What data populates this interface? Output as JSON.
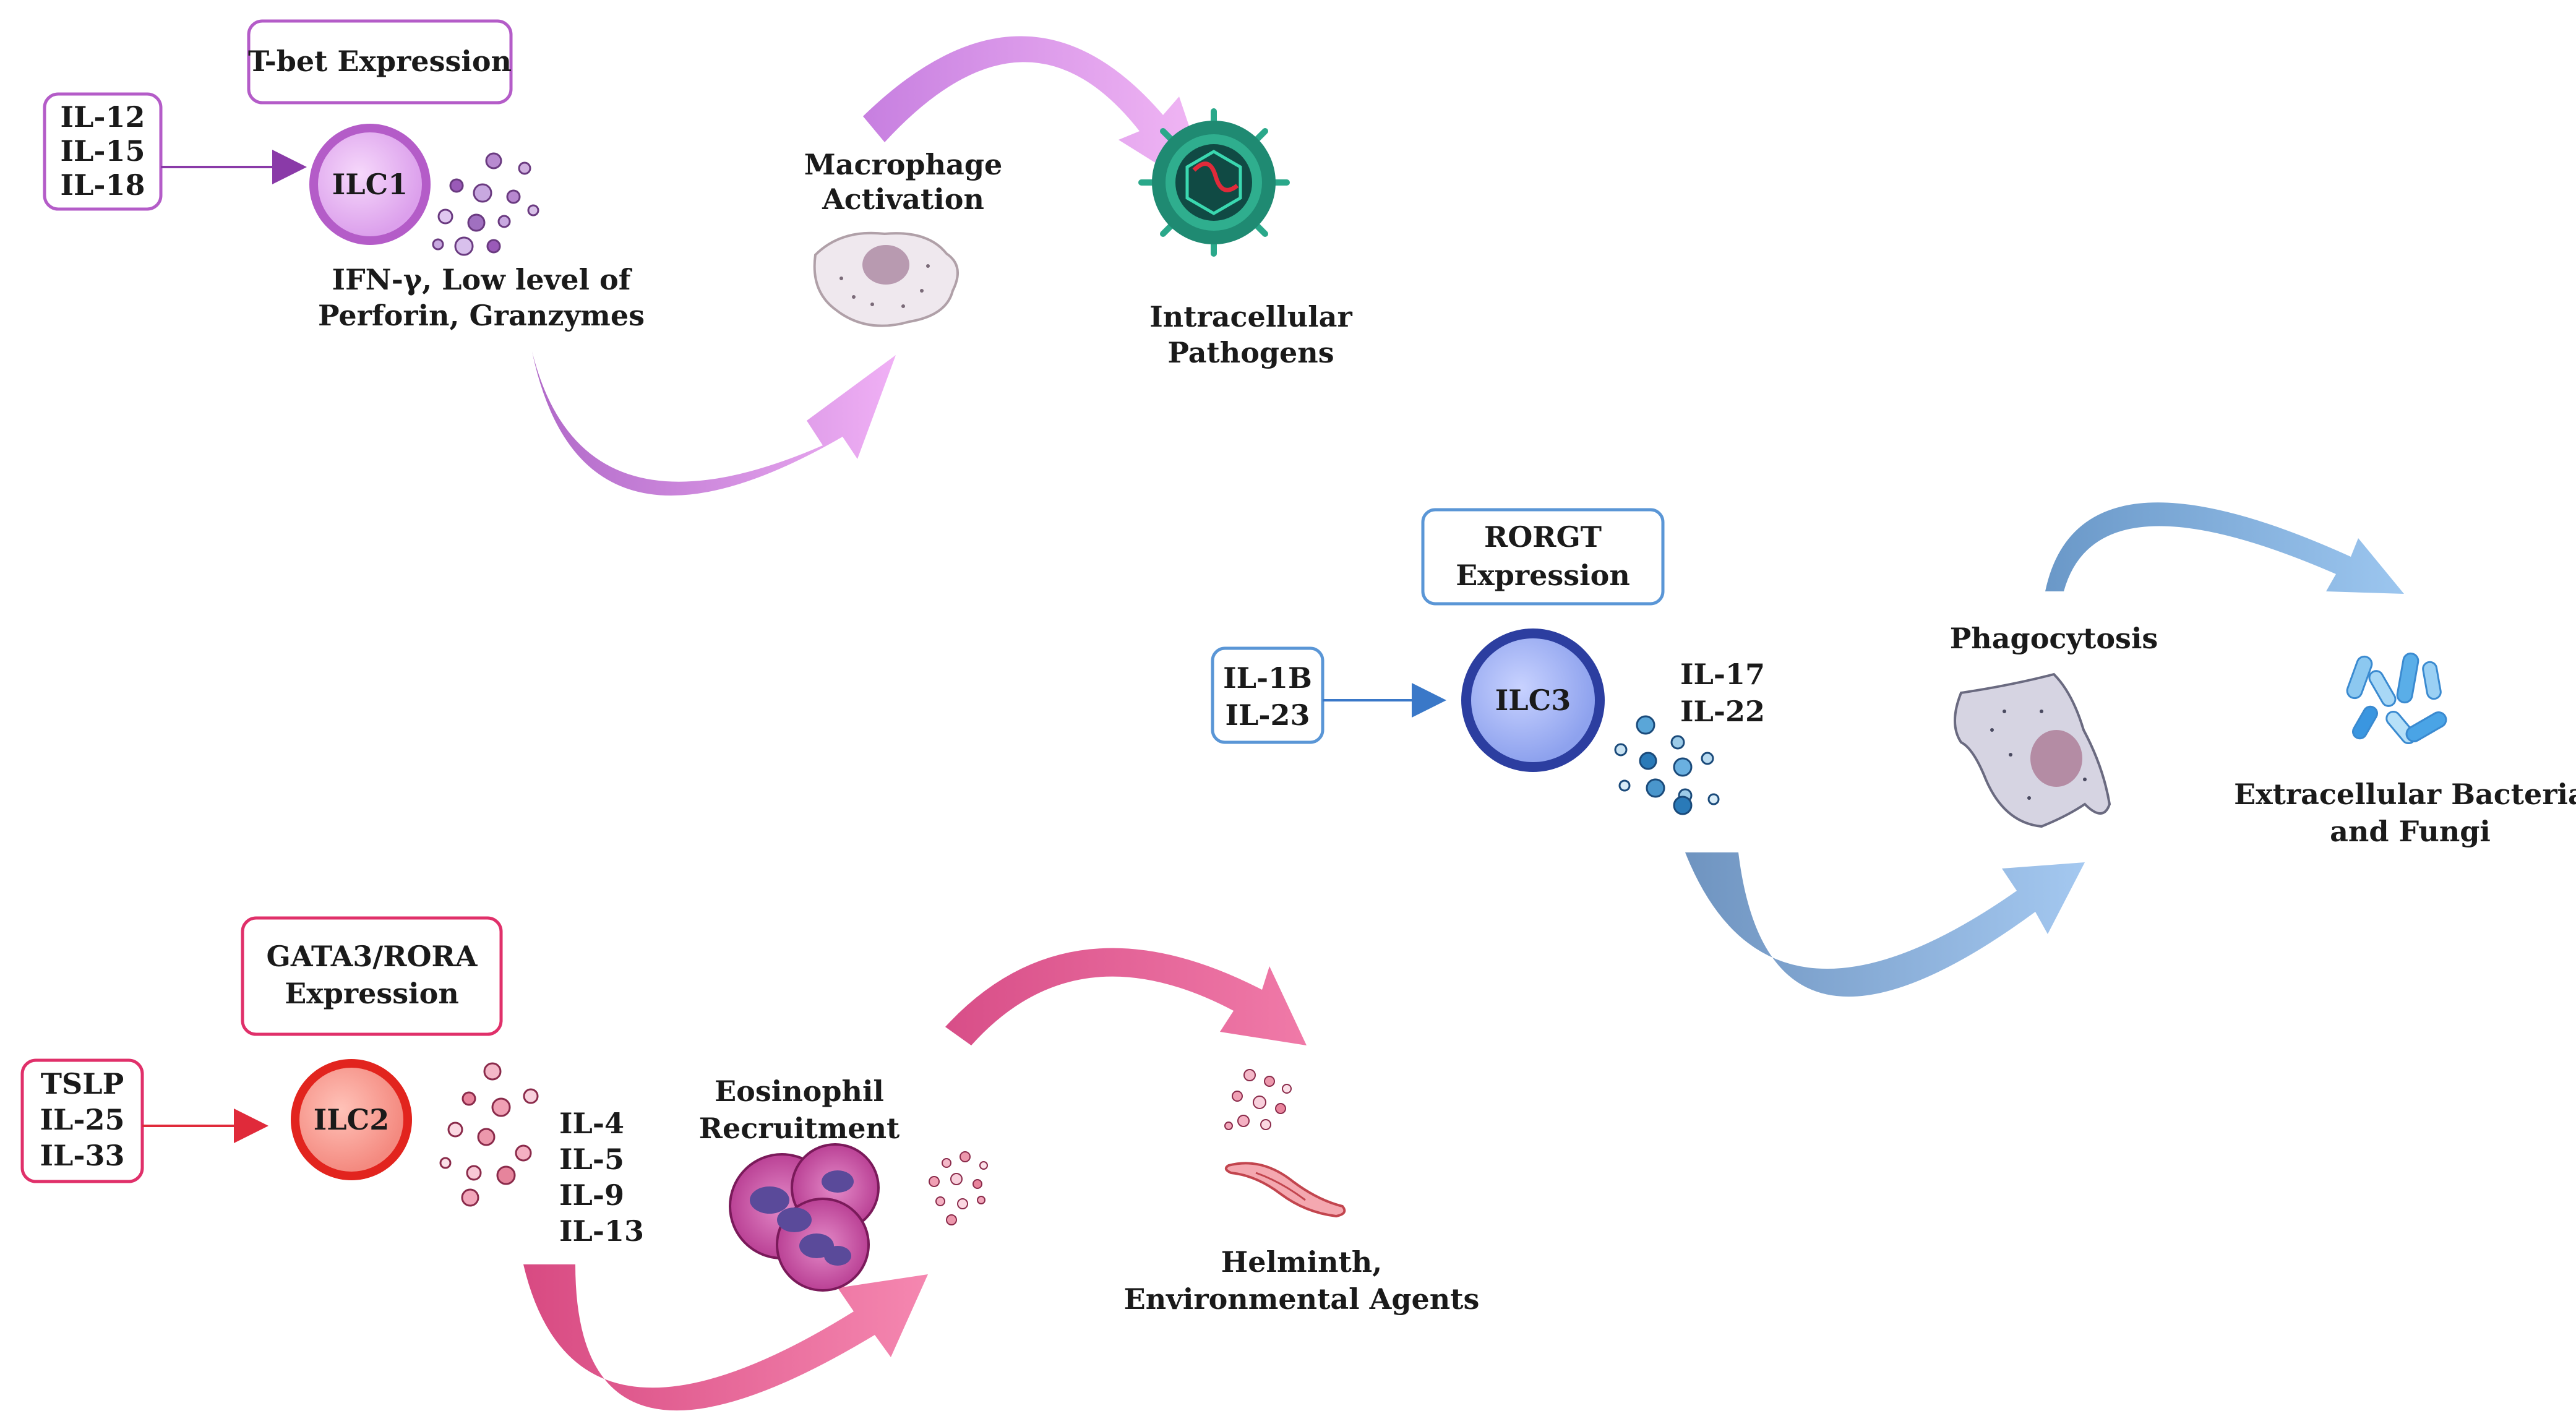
{
  "ilc1": {
    "expression": "T-bet Expression",
    "inputs": [
      "IL-12",
      "IL-15",
      "IL-18"
    ],
    "cell": "ILC1",
    "outputs": [
      "IFN-γ, Low level of",
      "Perforin, Granzymes"
    ],
    "effector": [
      "Macrophage",
      "Activation"
    ],
    "target": [
      "Intracellular",
      "Pathogens"
    ],
    "color": "#b45cc8"
  },
  "ilc2": {
    "expression": [
      "GATA3/RORA",
      "Expression"
    ],
    "inputs": [
      "TSLP",
      "IL-25",
      "IL-33"
    ],
    "cell": "ILC2",
    "outputs": [
      "IL-4",
      "IL-5",
      "IL-9",
      "IL-13"
    ],
    "effector": [
      "Eosinophil",
      "Recruitment"
    ],
    "target": [
      "Helminth,",
      "Environmental Agents"
    ],
    "color": "#e0306a"
  },
  "ilc3": {
    "expression": [
      "RORGT",
      "Expression"
    ],
    "inputs": [
      "IL-1B",
      "IL-23"
    ],
    "cell": "ILC3",
    "outputs": [
      "IL-17",
      "IL-22"
    ],
    "effector": "Phagocytosis",
    "target": [
      "Extracellular Bacteria",
      "and Fungi"
    ],
    "color": "#3a78c8"
  }
}
